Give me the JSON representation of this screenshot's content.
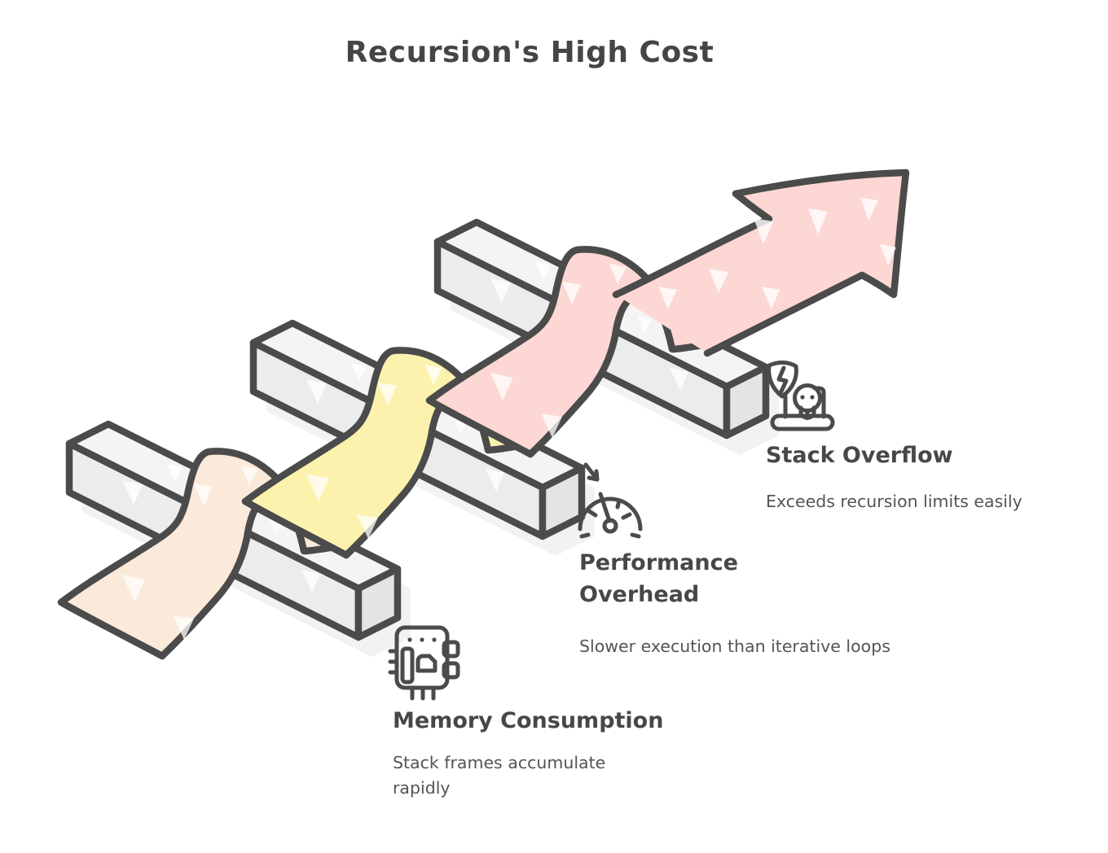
{
  "title": "Recursion's High Cost",
  "items": [
    {
      "id": "memory",
      "heading": "Memory Consumption",
      "description": "Stack frames accumulate rapidly",
      "icon": "cpu-chip-icon",
      "ribbon_color": "#fbe9da"
    },
    {
      "id": "performance",
      "heading": "Performance Overhead",
      "description": "Slower execution than iterative loops",
      "icon": "gauge-icon",
      "ribbon_color": "#fcf2ad"
    },
    {
      "id": "stack-overflow",
      "heading": "Stack Overflow",
      "description": "Exceeds recursion limits easily",
      "icon": "skull-laptop-shield-icon",
      "ribbon_color": "#fcd7d3"
    }
  ],
  "colors": {
    "outline": "#4b4b4b",
    "bar_fill": "#ececec",
    "bar_top": "#f4f4f4",
    "bar_end": "#e4e4e4",
    "shadow": "#e9e9e9",
    "peach": "#fbe9da",
    "yellow": "#fcf2ad",
    "pink": "#fcd7d3",
    "arrow_fill": "#fcd7d3",
    "heading_text": "#474747",
    "body_text": "#545454"
  }
}
